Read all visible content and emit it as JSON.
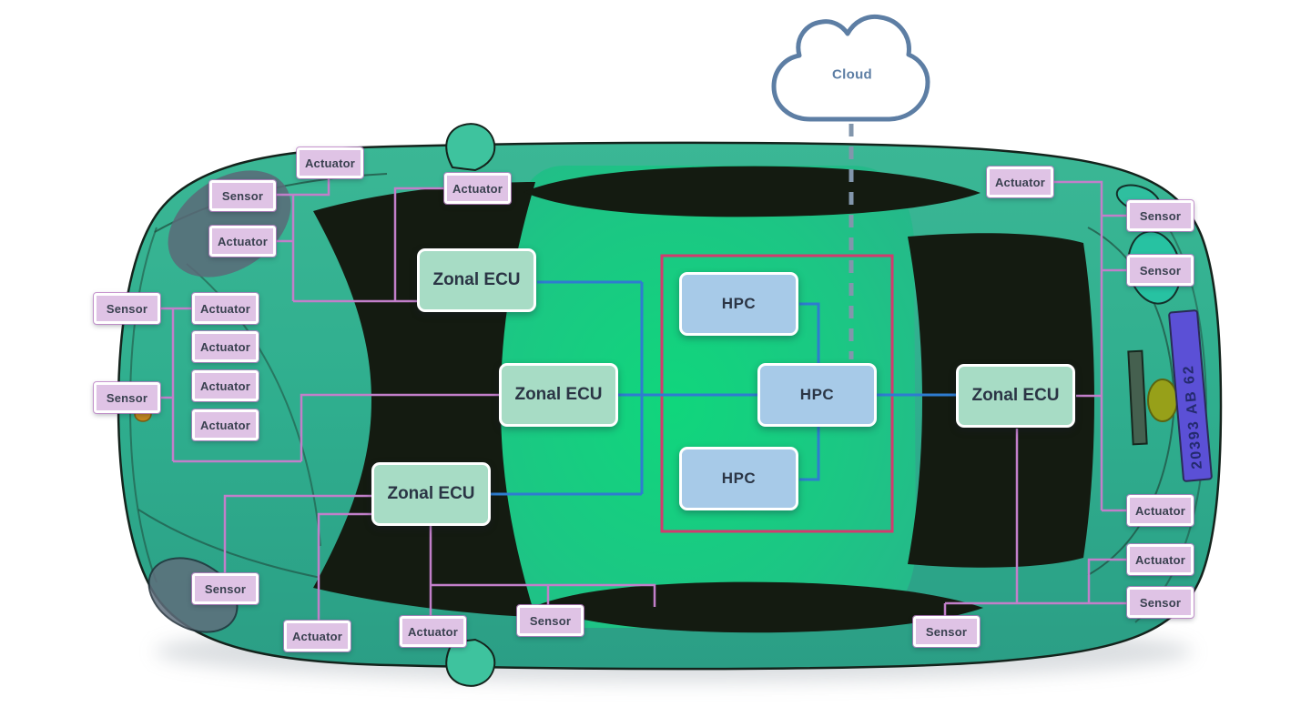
{
  "cloud": {
    "label": "Cloud"
  },
  "hpcs": [
    {
      "label": "HPC"
    },
    {
      "label": "HPC"
    },
    {
      "label": "HPC"
    }
  ],
  "zonal_ecus": [
    {
      "label": "Zonal ECU"
    },
    {
      "label": "Zonal ECU"
    },
    {
      "label": "Zonal ECU"
    },
    {
      "label": "Zonal ECU"
    }
  ],
  "peripherals": [
    {
      "label": "Actuator"
    },
    {
      "label": "Sensor"
    },
    {
      "label": "Actuator"
    },
    {
      "label": "Sensor"
    },
    {
      "label": "Actuator"
    },
    {
      "label": "Actuator"
    },
    {
      "label": "Actuator"
    },
    {
      "label": "Sensor"
    },
    {
      "label": "Actuator"
    },
    {
      "label": "Sensor"
    },
    {
      "label": "Actuator"
    },
    {
      "label": "Actuator"
    },
    {
      "label": "Actuator"
    },
    {
      "label": "Sensor"
    },
    {
      "label": "Sensor"
    },
    {
      "label": "Actuator"
    },
    {
      "label": "Sensor"
    },
    {
      "label": "Sensor"
    },
    {
      "label": "Actuator"
    },
    {
      "label": "Actuator"
    },
    {
      "label": "Sensor"
    }
  ],
  "car": {
    "license_plate": "20393 AB 62"
  },
  "colors": {
    "car_body_teal": "#2fae8e",
    "cabin_green": "#13d07b",
    "glass_dark": "#141b11",
    "sensor_actuator_fill": "#dfc3e5",
    "zonal_ecu_fill": "#a7dcc5",
    "hpc_fill": "#a7cae8",
    "peripheral_link_purple": "#c27fca",
    "backbone_link_blue": "#2e7cd0",
    "hpc_zone_border_pink": "#d23b6e",
    "cloud_outline": "#5d7ea4",
    "cloud_link_dash": "#8296ac",
    "license_plate_blue": "#5b50d6"
  }
}
